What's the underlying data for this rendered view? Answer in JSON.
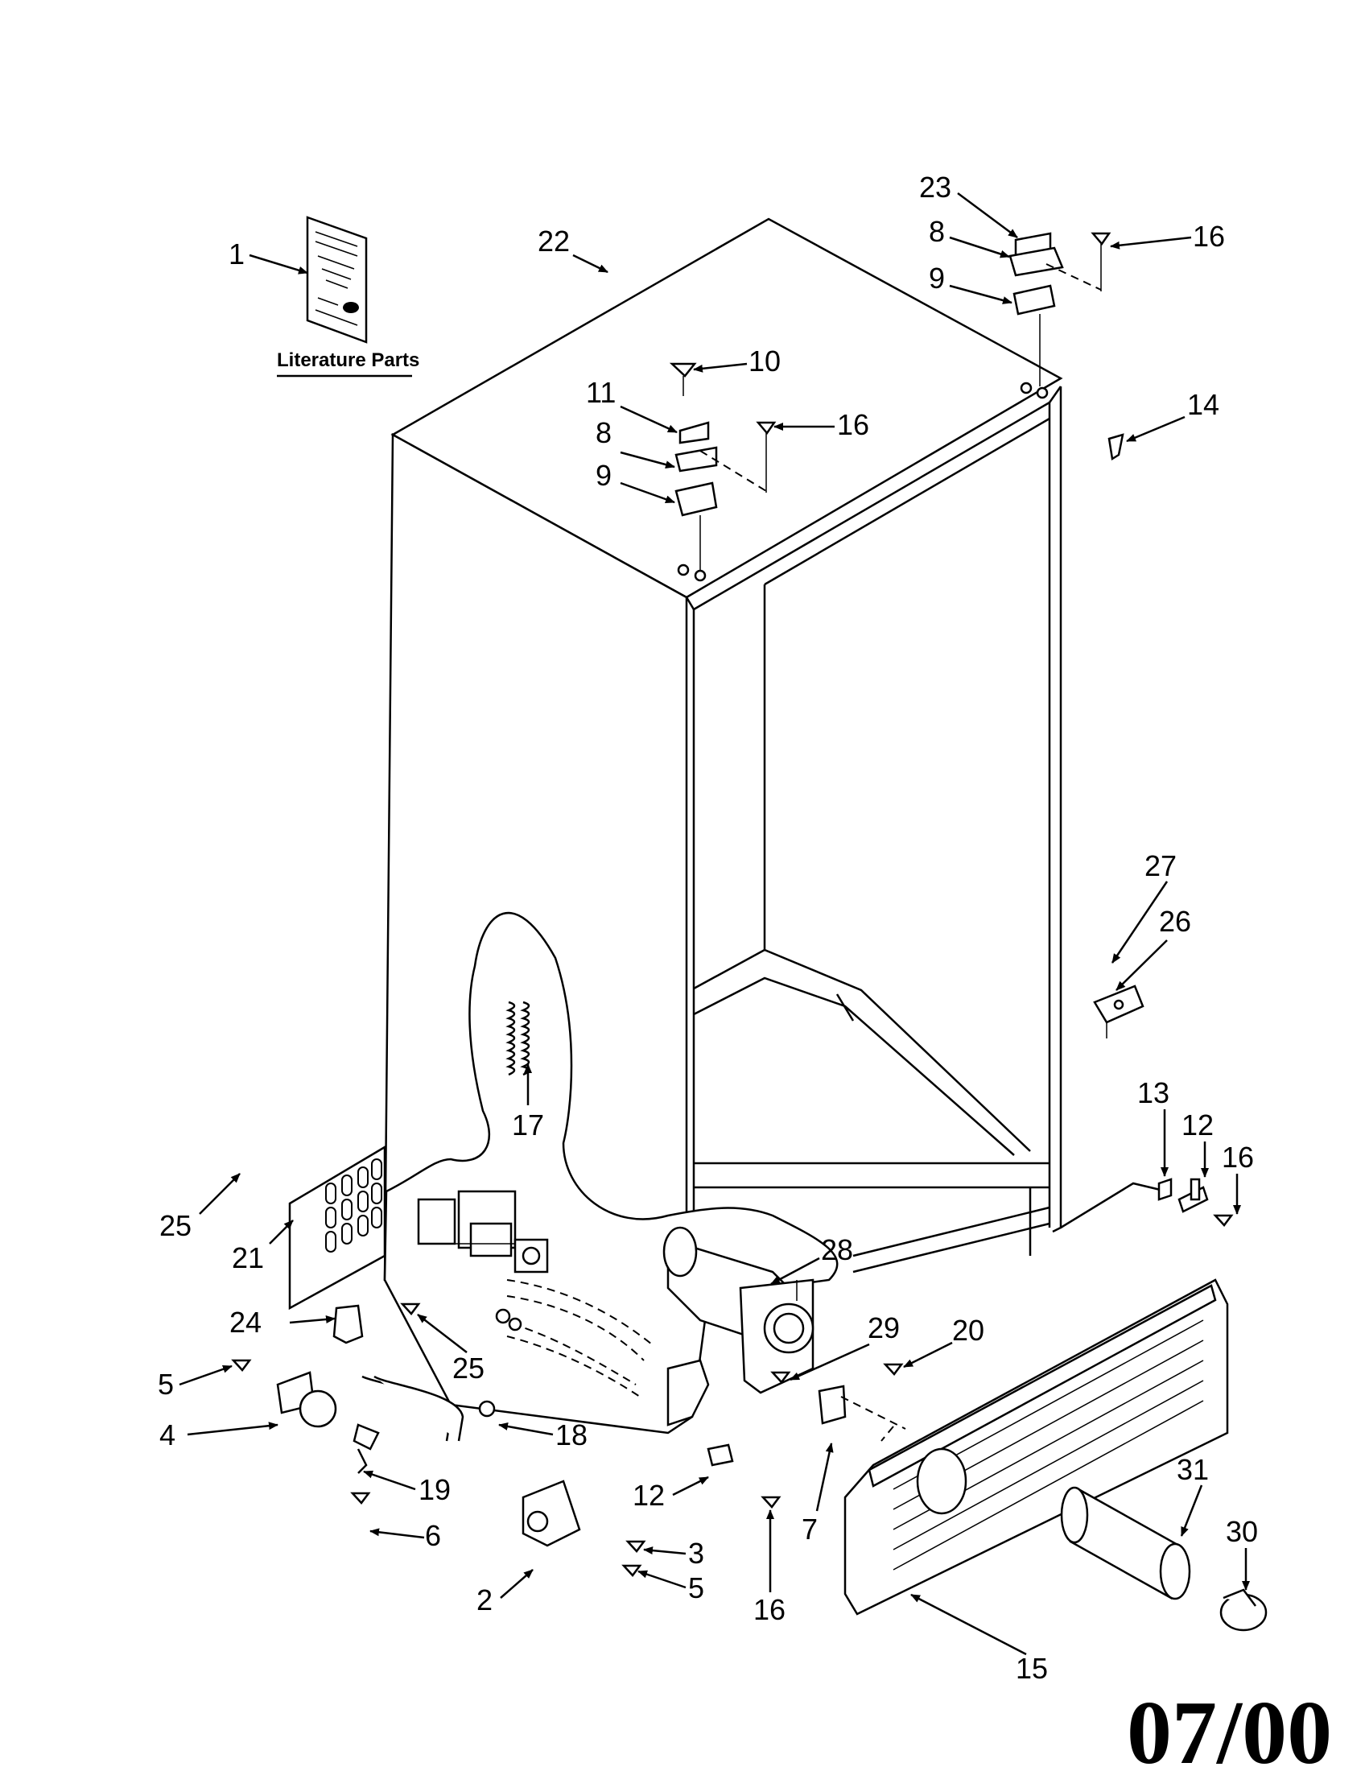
{
  "literature_label": "Literature Parts",
  "date_code": "07/00",
  "callouts": [
    {
      "key": "c1",
      "text": "1"
    },
    {
      "key": "c22",
      "text": "22"
    },
    {
      "key": "c23",
      "text": "23"
    },
    {
      "key": "c8a",
      "text": "8"
    },
    {
      "key": "c16a",
      "text": "16"
    },
    {
      "key": "c9a",
      "text": "9"
    },
    {
      "key": "c10",
      "text": "10"
    },
    {
      "key": "c11",
      "text": "11"
    },
    {
      "key": "c16b",
      "text": "16"
    },
    {
      "key": "c8b",
      "text": "8"
    },
    {
      "key": "c9b",
      "text": "9"
    },
    {
      "key": "c14",
      "text": "14"
    },
    {
      "key": "c27",
      "text": "27"
    },
    {
      "key": "c26",
      "text": "26"
    },
    {
      "key": "c13",
      "text": "13"
    },
    {
      "key": "c12a",
      "text": "12"
    },
    {
      "key": "c16c",
      "text": "16"
    },
    {
      "key": "c17",
      "text": "17"
    },
    {
      "key": "c25a",
      "text": "25"
    },
    {
      "key": "c21",
      "text": "21"
    },
    {
      "key": "c28",
      "text": "28"
    },
    {
      "key": "c24",
      "text": "24"
    },
    {
      "key": "c25b",
      "text": "25"
    },
    {
      "key": "c29",
      "text": "29"
    },
    {
      "key": "c20",
      "text": "20"
    },
    {
      "key": "c5a",
      "text": "5"
    },
    {
      "key": "c4",
      "text": "4"
    },
    {
      "key": "c18",
      "text": "18"
    },
    {
      "key": "c19",
      "text": "19"
    },
    {
      "key": "c6",
      "text": "6"
    },
    {
      "key": "c12b",
      "text": "12"
    },
    {
      "key": "c7",
      "text": "7"
    },
    {
      "key": "c31",
      "text": "31"
    },
    {
      "key": "c30",
      "text": "30"
    },
    {
      "key": "c3",
      "text": "3"
    },
    {
      "key": "c2",
      "text": "2"
    },
    {
      "key": "c5b",
      "text": "5"
    },
    {
      "key": "c16d",
      "text": "16"
    },
    {
      "key": "c15",
      "text": "15"
    }
  ]
}
